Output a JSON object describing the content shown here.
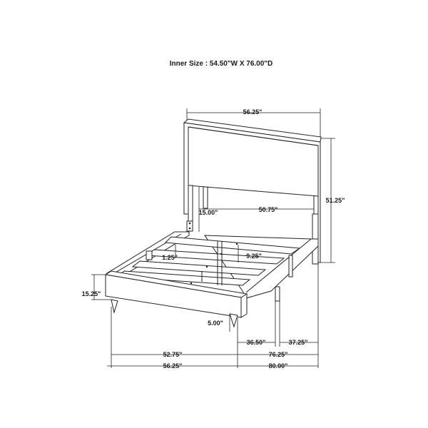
{
  "title": "Inner Size : 54.50\"W X 76.00\"D",
  "dimensions": {
    "headboard_width": "56.25\"",
    "headboard_height": "51.25\"",
    "headboard_panel_height": "15.00\"",
    "inner_rail_width": "50.75\"",
    "leg_spacing": "1.25\"",
    "rail_height": "9.25\"",
    "footboard_height": "15.25\"",
    "clearance": "5.00\"",
    "side_rail_length": "36.50\"",
    "rear_length": "37.25\"",
    "front_inner_width": "52.75\"",
    "overall_length": "76.25\"",
    "overall_width": "56.25\"",
    "overall_depth": "80.00\""
  }
}
